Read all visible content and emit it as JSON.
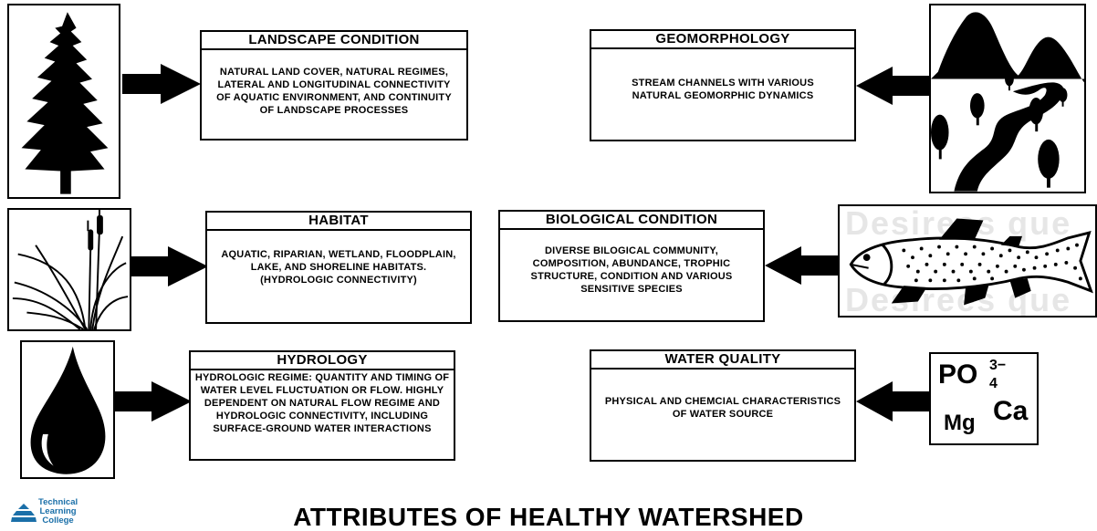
{
  "title": "ATTRIBUTES OF HEALTHY WATERSHED",
  "logo": {
    "lines": [
      "Technical",
      "Learning",
      "College"
    ],
    "color": "#1a6fa8"
  },
  "attributes": {
    "landscape": {
      "title": "LANDSCAPE CONDITION",
      "description": "NATURAL LAND COVER, NATURAL REGIMES, LATERAL AND LONGITUDINAL CONNECTIVITY OF AQUATIC ENVIRONMENT, AND CONTINUITY OF LANDSCAPE PROCESSES",
      "icon": "tree-icon"
    },
    "geomorphology": {
      "title": "GEOMORPHOLOGY",
      "description": "STREAM CHANNELS WITH VARIOUS NATURAL GEOMORPHIC DYNAMICS",
      "icon": "mountain-stream-icon"
    },
    "habitat": {
      "title": "HABITAT",
      "description": "AQUATIC, RIPARIAN, WETLAND, FLOODPLAIN, LAKE, AND SHORELINE HABITATS. (HYDROLOGIC CONNECTIVITY)",
      "icon": "cattail-icon"
    },
    "biological": {
      "title": "BIOLOGICAL CONDITION",
      "description": "DIVERSE BILOGICAL COMMUNITY, COMPOSITION, ABUNDANCE, TROPHIC STRUCTURE, CONDITION AND VARIOUS SENSITIVE SPECIES",
      "icon": "fish-icon"
    },
    "hydrology": {
      "title": "HYDROLOGY",
      "description": "HYDROLOGIC REGIME: QUANTITY AND TIMING OF WATER LEVEL FLUCTUATION OR FLOW. HIGHLY DEPENDENT ON NATURAL FLOW REGIME AND HYDROLOGIC CONNECTIVITY, INCLUDING SURFACE-GROUND WATER INTERACTIONS",
      "icon": "water-drop-icon"
    },
    "water_quality": {
      "title": "WATER QUALITY",
      "description": "PHYSICAL AND CHEMCIAL CHARACTERISTICS OF WATER SOURCE",
      "icon": "chemical-ions-icon"
    }
  },
  "chemistry": {
    "phosphate": "PO",
    "phosphate_sub": "4",
    "phosphate_sup": "3−",
    "magnesium": "Mg",
    "calcium": "Ca"
  },
  "watermark": {
    "text": "Desirees que"
  }
}
